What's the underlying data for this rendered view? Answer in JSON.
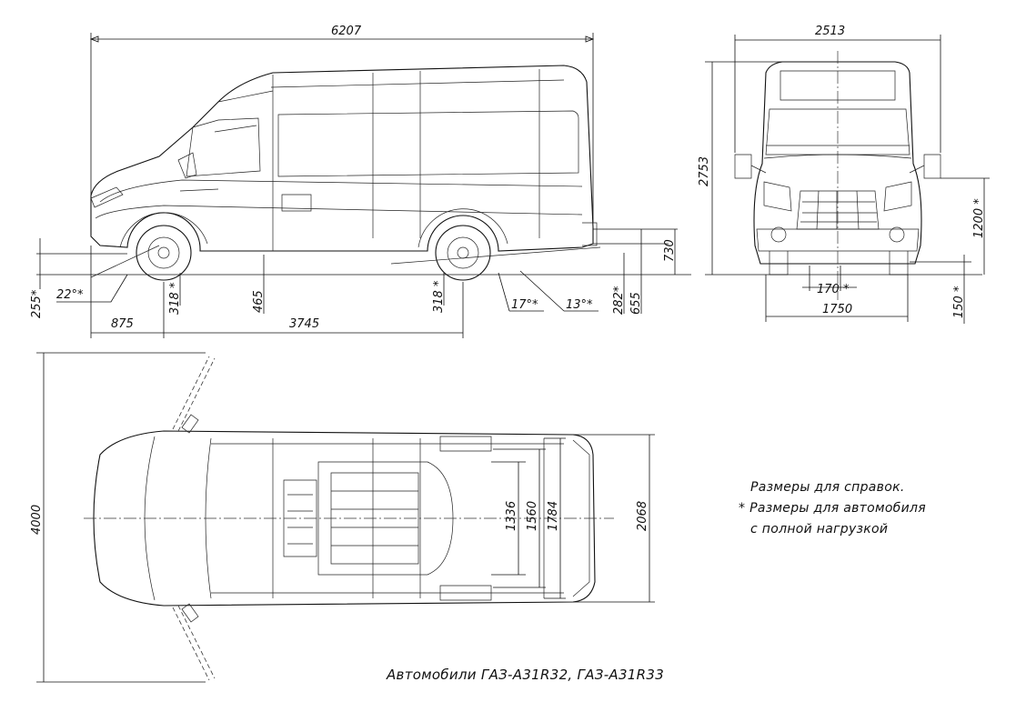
{
  "side_view": {
    "overall_length": "6207",
    "front_overhang": "875",
    "wheelbase": "3745",
    "front_ground_clearance": "318 *",
    "rear_ground_clearance": "318 *",
    "step_height": "465",
    "approach_angle": "22°*",
    "departure_angle_1": "17°*",
    "departure_angle_2": "13°*",
    "front_bumper_height": "255*",
    "rear_floor_height": "730",
    "rear_sill_282": "282*",
    "rear_sill_655": "655"
  },
  "front_view": {
    "overall_width": "2513",
    "overall_height": "2753",
    "mirror_height": "1200 *",
    "axle_clearance": "170 *",
    "track": "1750",
    "min_clearance": "150 *"
  },
  "top_view": {
    "turn_dimension": "4000",
    "width_1336": "1336",
    "width_1560": "1560",
    "width_1784": "1784",
    "width_2068": "2068"
  },
  "notes": {
    "line1": "Размеры для справок.",
    "line2_marker": "*",
    "line2": "Размеры для автомобиля",
    "line3": "с полной нагрузкой"
  },
  "caption": "Автомобили ГАЗ-А31R32, ГАЗ-А31R33"
}
